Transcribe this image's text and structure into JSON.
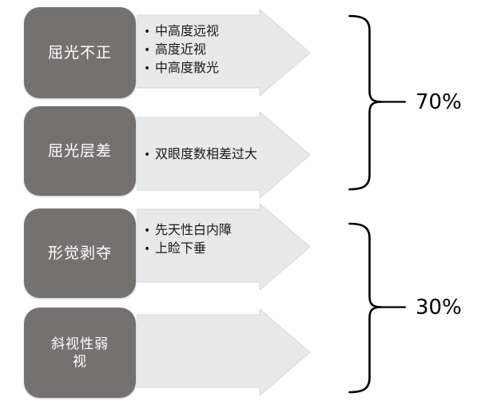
{
  "diagram": {
    "title": "amblyopia-causes-diagram",
    "bullet_char": "•",
    "rows": [
      {
        "label": "屈光不正",
        "bullets": [
          "中高度远视",
          "高度近视",
          "中高度散光"
        ]
      },
      {
        "label": "屈光层差",
        "bullets": [
          "双眼度数相差过大"
        ]
      },
      {
        "label": "形觉剥夺",
        "bullets": [
          "先天性白内障",
          "上睑下垂"
        ]
      },
      {
        "label": "斜视性弱视",
        "bullets": []
      }
    ],
    "groups": [
      {
        "rows": [
          "屈光不正",
          "屈光层差"
        ],
        "percent": "70%"
      },
      {
        "rows": [
          "形觉剥夺",
          "斜视性弱视"
        ],
        "percent": "30%"
      }
    ],
    "colors": {
      "box_fill": "#767171",
      "box_text": "#ffffff",
      "arrow_fill": "#e9e9e9",
      "arrow_border": "#ccd8e8",
      "brace": "#000000",
      "bullet_text": "#1a1a1a",
      "percent_text": "#000000"
    }
  }
}
